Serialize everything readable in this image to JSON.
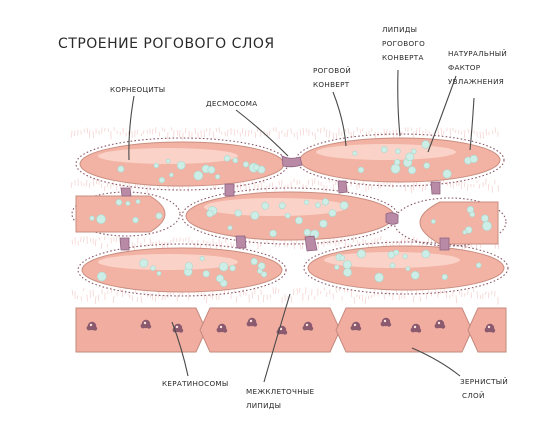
{
  "title": "СТРОЕНИЕ РОГОВОГО СЛОЯ",
  "labels": {
    "corneocytes": "КОРНЕОЦИТЫ",
    "desmosome": "ДЕСМОСОМА",
    "cornified_envelope": [
      "РОГОВОЙ",
      "КОНВЕРТ"
    ],
    "envelope_lipids": [
      "ЛИПИДЫ",
      "РОГОВОГО",
      "КОНВЕРТА"
    ],
    "nmf": [
      "НАТУРАЛЬНЫЙ",
      "ФАКТОР",
      "УВЛАЖНЕНИЯ"
    ],
    "keratinosomes": "КЕРАТИНОСОМЫ",
    "intercellular_lipids": [
      "МЕЖКЛЕТОЧНЫЕ",
      "ЛИПИДЫ"
    ],
    "granular_layer": [
      "ЗЕРНИСТЫЙ",
      "СЛОЙ"
    ]
  },
  "colors": {
    "corneocyte": "#f2b3a4",
    "droplet": "#cdeee6",
    "desmosome": "#b98aa6",
    "granular_cell": "#f0ada0",
    "keratinosome": "#8c5a6e",
    "lipid": "#eaa8a2"
  }
}
